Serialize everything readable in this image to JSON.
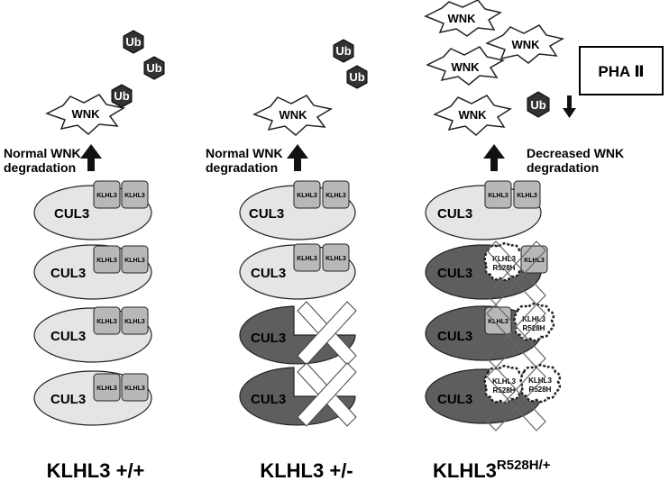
{
  "labels": {
    "cul3": "CUL3",
    "klhl3": "KLHL3",
    "klhl3_mut_line1": "KLHL3",
    "klhl3_mut_line2": "R528H",
    "ub": "Ub",
    "wnk": "WNK",
    "pha": "PHA Ⅱ"
  },
  "columns": [
    {
      "id": "wt",
      "genotype": "KLHL3 +/+",
      "caption_line1": "Normal WNK",
      "caption_line2": "degradation"
    },
    {
      "id": "het",
      "genotype": "KLHL3 +/-",
      "caption_line1": "Normal WNK",
      "caption_line2": "degradation"
    },
    {
      "id": "mut",
      "genotype_main": "KLHL3",
      "genotype_sup": "R528H/+",
      "caption_line1": "Decreased WNK",
      "caption_line2": "degradation"
    }
  ],
  "colors": {
    "light_fill": "#e5e5e5",
    "dark_fill": "#5e5e5e",
    "subunit_fill": "#b8b8b8",
    "ub_fill": "#333333",
    "outline": "#222222"
  }
}
